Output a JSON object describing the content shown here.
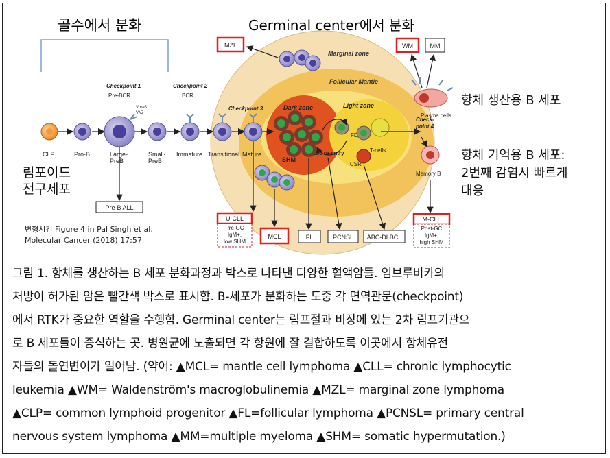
{
  "diagram": {
    "header_bone_marrow": "골수에서 분화",
    "header_germinal": "Germinal center에서 분화",
    "checkpoint1": "Checkpoint 1",
    "pre_bcr": "Pre-BCR",
    "vpreb": "Vpreß",
    "vlambda5": "Vλ5",
    "checkpoint2": "Checkpoint 2",
    "bcr": "BCR",
    "checkpoint3": "Checkpoint 3",
    "checkpoint4_line1": "Check-",
    "checkpoint4_line2": "point 4",
    "marginal_zone": "Marginal zone",
    "follicular_mantle": "Follicular Mantle",
    "dark_zone": "Dark zone",
    "light_zone": "Light zone",
    "shm": "SHM",
    "cyclic_reentry": "Cyclic re-entry",
    "fdc": "FDC",
    "tcells": "T-cells",
    "csr": "CSR",
    "plasma_cells": "Plasma cells",
    "memory_b": "Memory B",
    "cell_labels": [
      "CLP",
      "Pro-B",
      "Large-\nPreB",
      "Small-\nPreB",
      "Immature",
      "Transitional",
      "Mature"
    ],
    "lymphoid_progenitor_line1": "림포이드",
    "lymphoid_progenitor_line2": "전구세포",
    "plasma_annotation": "항체 생산용 B 세포",
    "memory_annotation_line1": "항체 기억용 B 세포:",
    "memory_annotation_line2": "2번째 감염시 빠르게",
    "memory_annotation_line3": "대응",
    "source_line1": "변형시킨 Figure 4 in Pal Singh et al.",
    "source_line2": "Molecular Cancer (2018) 17:57",
    "boxes": {
      "mzl": "MZL",
      "wm": "WM",
      "mm": "MM",
      "preb_all": "Pre-B ALL",
      "ucll_title": "U-CLL",
      "ucll_sub1": "Pre-GC",
      "ucll_sub2": "IgM+,",
      "ucll_sub3": "low SHM",
      "mcl": "MCL",
      "fl": "FL",
      "pcnsl": "PCNSL",
      "abc_dlbcl": "ABC-DLBCL",
      "mcll_title": "M-CLL",
      "mcll_sub1": "Post-GC",
      "mcll_sub2": "IgM+,",
      "mcll_sub3": "high SHM"
    },
    "colors": {
      "highlight_red": "#e01f1f",
      "outer_zone": "#f6dfb2",
      "mantle_zone": "#f2c35a",
      "dark_zone": "#e0521f",
      "light_zone": "#f4d23c",
      "cell_purple": "#8c86c6",
      "clp_orange": "#f08a24"
    }
  },
  "caption": {
    "line1": "그림 1. 항체를 생산하는 B 세포 분화과정과 박스로 나타낸 다양한 혈액암들. 임브루비카의",
    "line2": "처방이 허가된 암은 빨간색 박스로 표시함. B-세포가 분화하는 도중 각 면역관문(checkpoint)",
    "line3": "에서 RTK가 중요한 역할을 수행함. Germinal center는 림프절과 비장에 있는 2차 림프기관으",
    "line4": "로 B 세포들이 증식하는 곳. 병원균에 노출되면 각 항원에 잘 결합하도록 이곳에서 항체유전",
    "line5": "자들의 돌연변이가 일어남. (약어: ▲MCL= mantle cell lymphoma ▲CLL= chronic lymphocytic",
    "line6": "leukemia ▲WM= Waldenström's macroglobulinemia ▲MZL= marginal zone lymphoma",
    "line7": "▲CLP= common lymphoid progenitor ▲FL=follicular lymphoma ▲PCNSL= primary central",
    "line8": "nervous system lymphoma ▲MM=multiple myeloma ▲SHM= somatic hypermutation.)"
  }
}
